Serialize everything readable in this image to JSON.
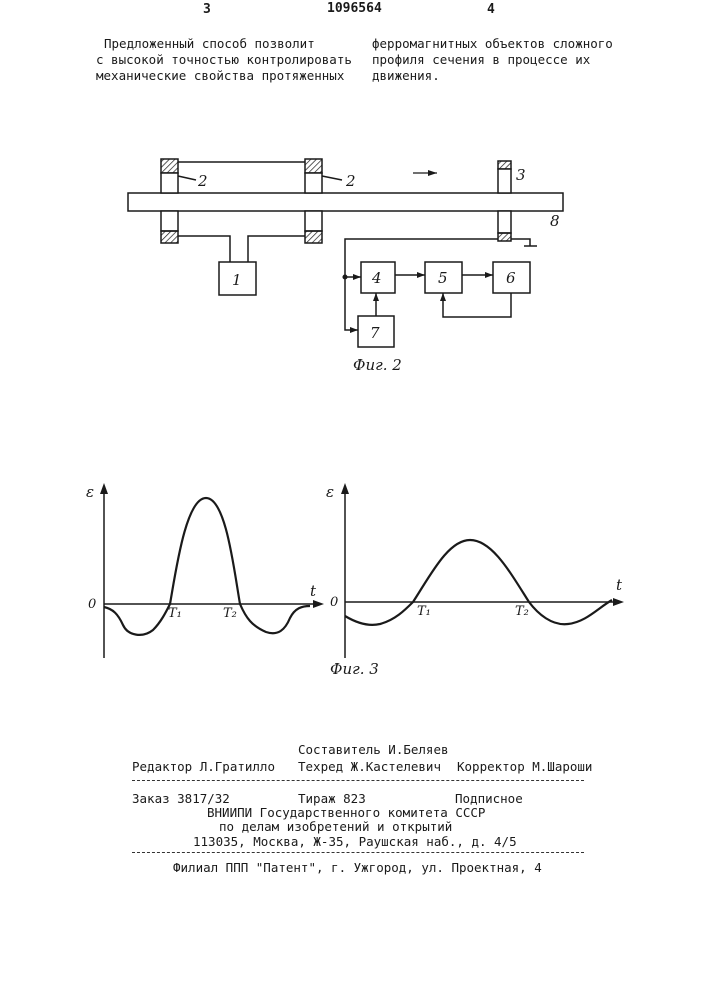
{
  "header": {
    "left_page": "3",
    "patent_number": "1096564",
    "right_page": "4"
  },
  "text": {
    "left_lines": [
      "Предложенный способ позволит",
      "с высокой точностью контролировать",
      "механические свойства протяженных"
    ],
    "right_lines": [
      "ферромагнитных объектов сложного",
      "профиля сечения в процессе их",
      "движения."
    ]
  },
  "fig2": {
    "caption": "Фиг. 2",
    "labels": {
      "coil_a": "2",
      "coil_b": "2",
      "sensor": "3",
      "object": "8",
      "b1": "1",
      "b4": "4",
      "b5": "5",
      "b6": "6",
      "b7": "7"
    }
  },
  "fig3": {
    "caption": "Фиг. 3",
    "left": {
      "y_axis": "ε",
      "x_axis": "t",
      "origin": "0",
      "t1": "T₁",
      "t2": "T₂"
    },
    "right": {
      "y_axis": "ε",
      "x_axis": "t",
      "origin": "0",
      "t1": "T₁",
      "t2": "T₂"
    }
  },
  "imprint": {
    "compiler": "Составитель И.Беляев",
    "editor": "Редактор Л.Гратилло",
    "techred": "Техред Ж.Кастелевич",
    "corrector": "Корректор М.Шароши",
    "order": "Заказ 3817/32",
    "circulation": "Тираж 823",
    "subscription": "Подписное",
    "institute": "ВНИИПИ Государственного комитета СССР",
    "dept": "по делам изобретений и открытий",
    "address": "113035, Москва, Ж-35, Раушская наб., д. 4/5",
    "branch": "Филиал ППП \"Патент\", г. Ужгород, ул. Проектная, 4"
  }
}
